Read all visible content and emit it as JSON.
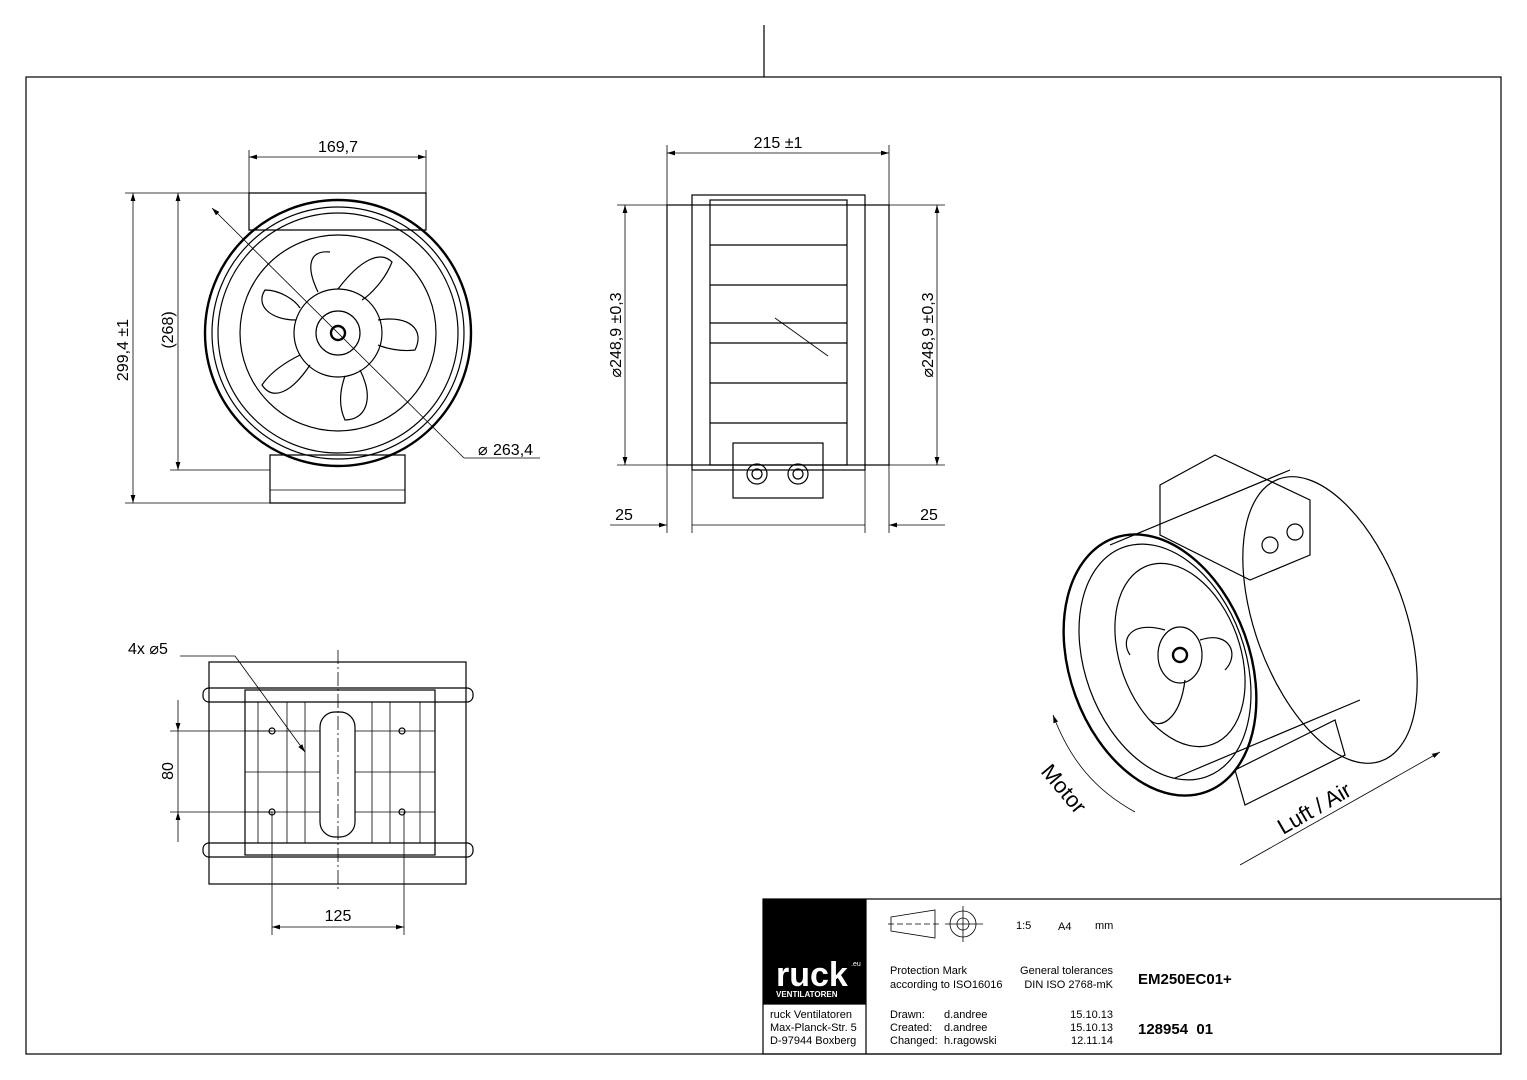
{
  "front_view": {
    "width_dim": "169,7",
    "height_dim": "299,4 ±1",
    "inner_height_dim": "(268)",
    "diameter_dim": "263,4",
    "diameter_symbol": "⌀"
  },
  "side_view": {
    "width_dim": "215 ±1",
    "diameter_left": "⌀248,9 ±0,3",
    "diameter_right": "⌀248,9 ±0,3",
    "offset_left": "25",
    "offset_right": "25"
  },
  "bottom_view": {
    "holes_label": "4x ⌀5",
    "vertical_dim": "80",
    "horizontal_dim": "125"
  },
  "iso_view": {
    "motor_label": "Motor",
    "air_label": "Luft / Air"
  },
  "title_block": {
    "logo_text": "ruck",
    "logo_suffix": ".eu",
    "logo_sub": "VENTILATOREN",
    "company": [
      "ruck Ventilatoren",
      "Max-Planck-Str. 5",
      "D-97944 Boxberg"
    ],
    "scale": "1:5",
    "paper": "A4",
    "unit": "mm",
    "protection_mark": [
      "Protection Mark",
      "according to ISO16016"
    ],
    "tolerances": [
      "General tolerances",
      "DIN ISO 2768-mK"
    ],
    "model": "EM250EC01+",
    "drawing_number": "128954  01",
    "history": [
      {
        "label": "Drawn:",
        "name": "d.andree",
        "date": "15.10.13"
      },
      {
        "label": "Created:",
        "name": "d.andree",
        "date": "15.10.13"
      },
      {
        "label": "Changed:",
        "name": "h.ragowski",
        "date": "12.11.14"
      }
    ]
  }
}
